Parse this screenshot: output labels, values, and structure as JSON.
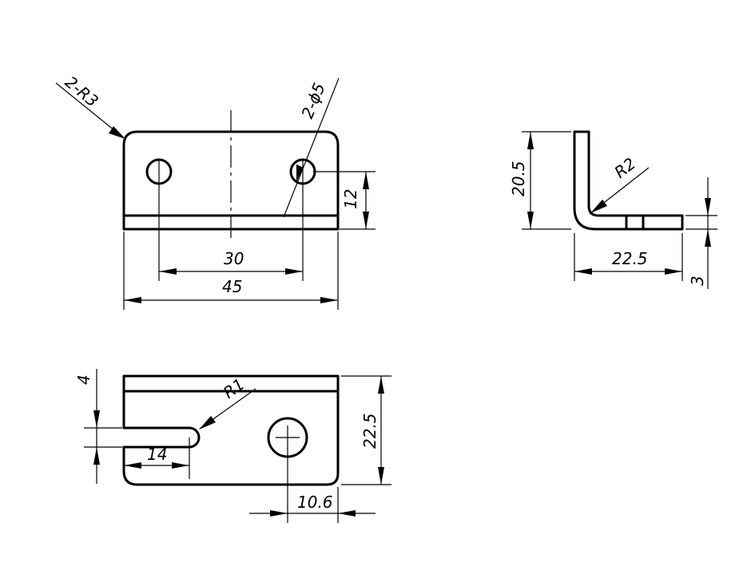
{
  "colors": {
    "background": "#ffffff",
    "line": "#000000"
  },
  "views": {
    "front": {
      "dimensions": {
        "corner_radius": "2-R3",
        "hole_dia": "2-ϕ5",
        "hole_spacing": "30",
        "overall_length": "45",
        "hole_height": "12"
      }
    },
    "side": {
      "dimensions": {
        "height": "20.5",
        "bend_radius": "R2",
        "length": "22.5",
        "thickness": "3"
      }
    },
    "top": {
      "dimensions": {
        "slot_width": "4",
        "slot_radius": "R1",
        "slot_length": "14",
        "depth": "22.5",
        "hole_offset": "10.6"
      }
    }
  }
}
